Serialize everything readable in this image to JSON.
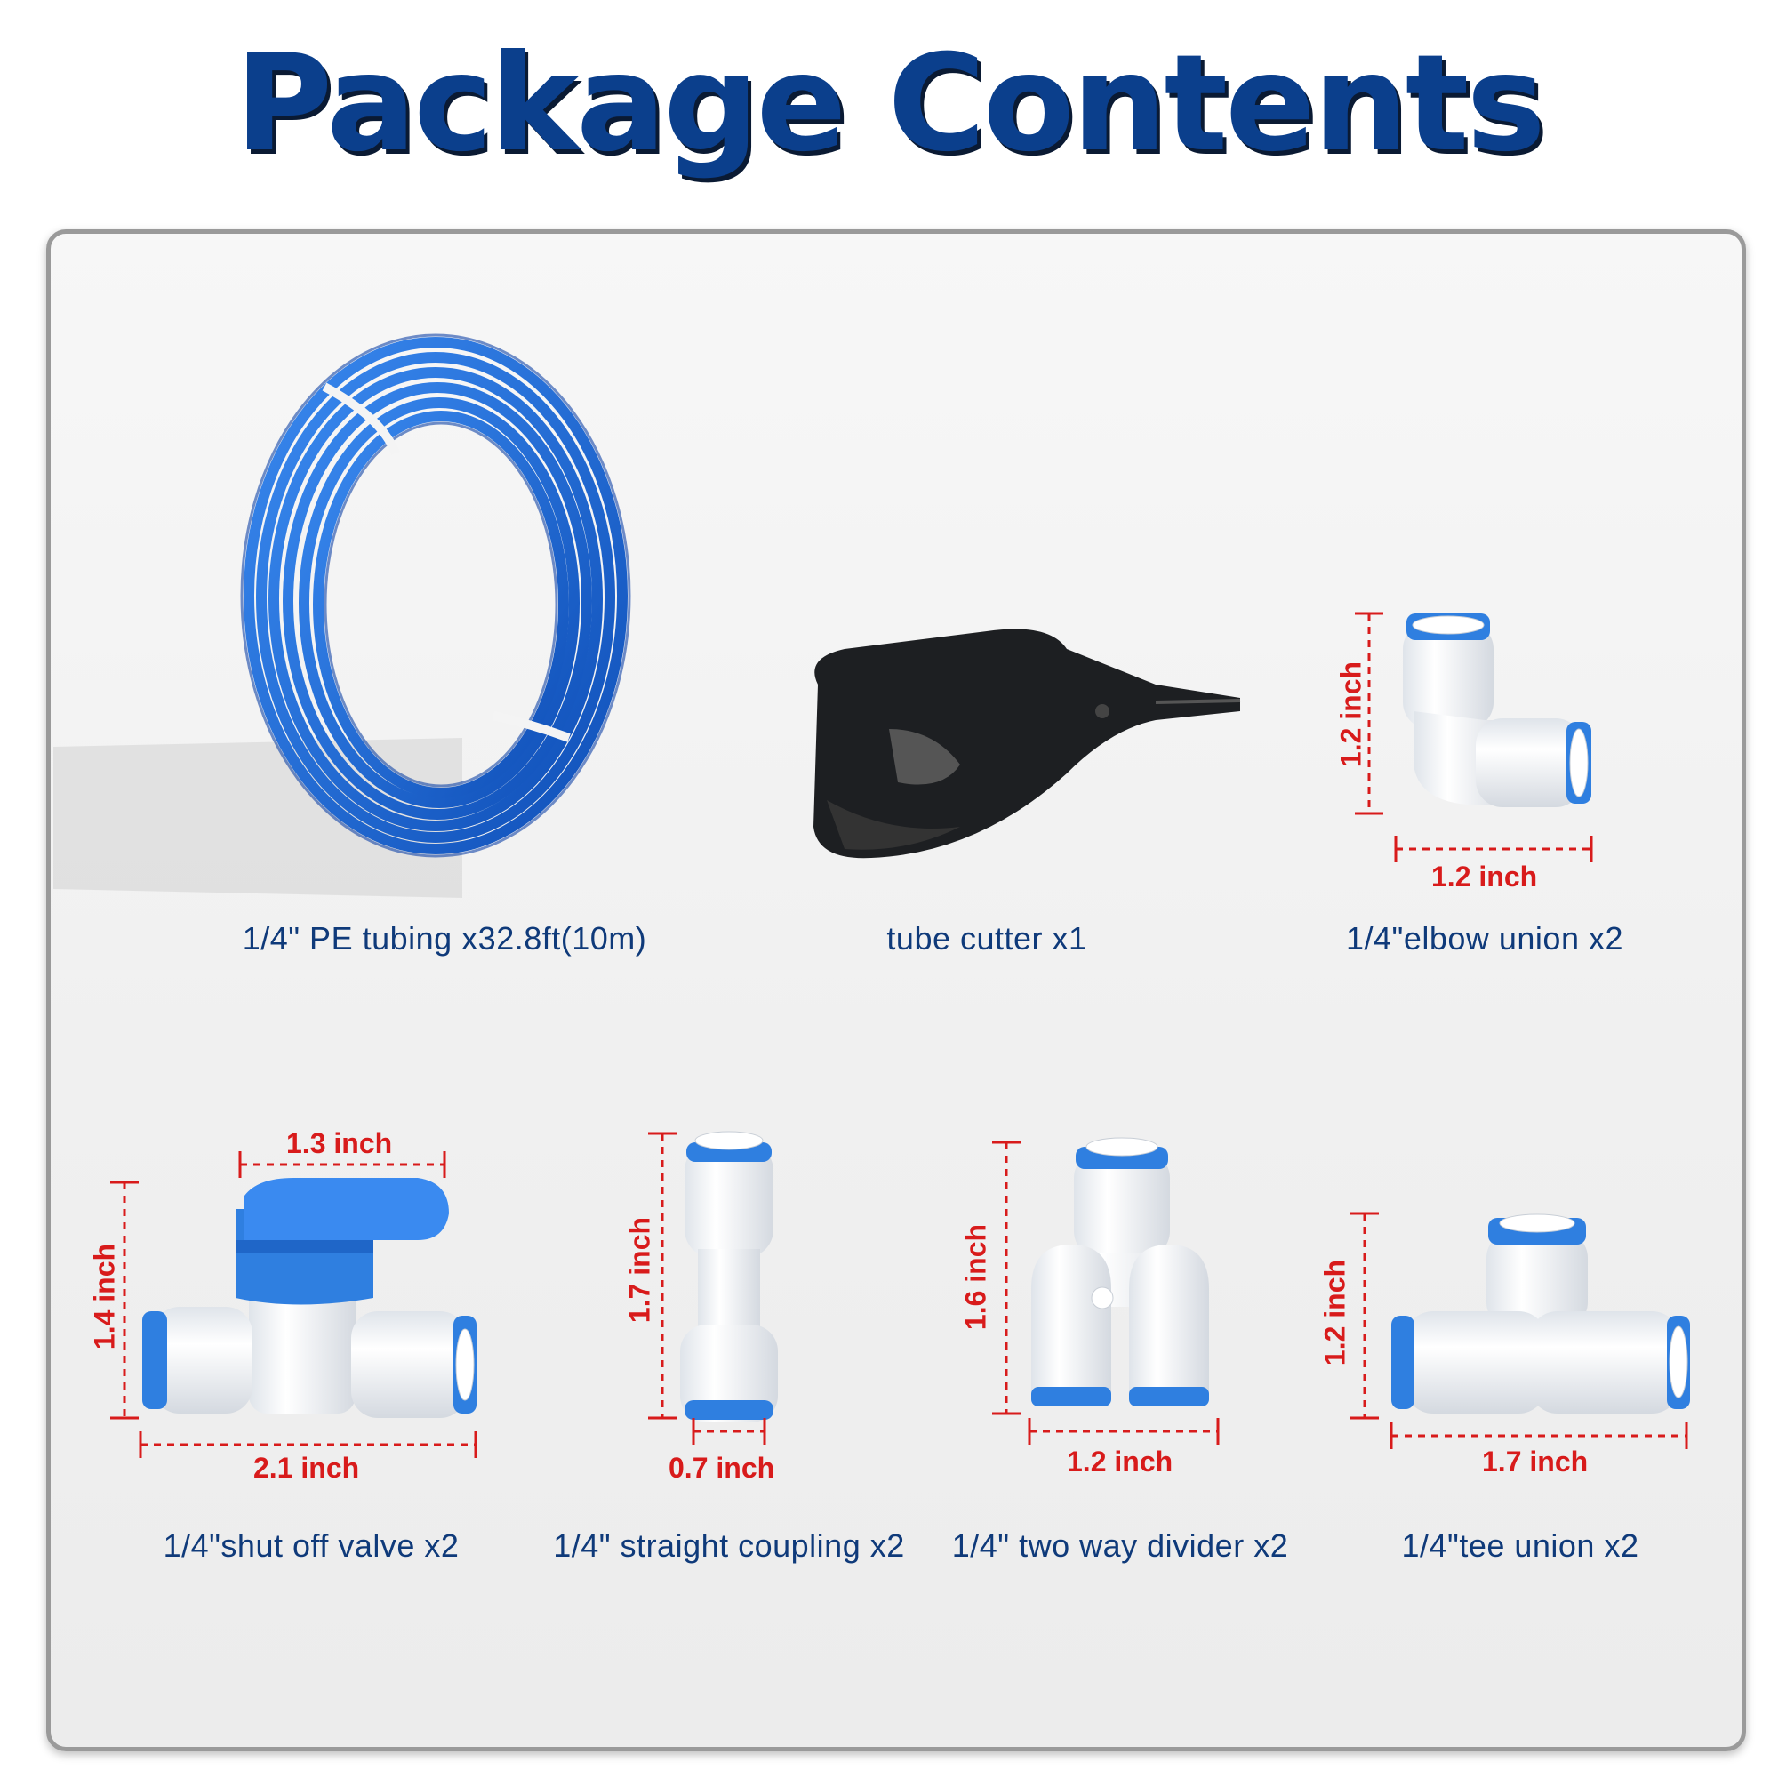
{
  "title": "Package Contents",
  "colors": {
    "title": "#0b3f8c",
    "label": "#0f3a7a",
    "dimension": "#d81b1b",
    "tube": "#1e63d6",
    "fitting_cap": "#2f7fe0"
  },
  "items": [
    {
      "label": "1/4\" PE tubing x32.8ft(10m)",
      "icon": "tubing-coil-icon"
    },
    {
      "label": "tube cutter x1",
      "icon": "tube-cutter-icon"
    },
    {
      "label": "1/4\"elbow union x2",
      "icon": "elbow-union-icon",
      "height": "1.2 inch",
      "width": "1.2 inch"
    },
    {
      "label": "1/4\"shut off valve x2",
      "icon": "shut-off-valve-icon",
      "top": "1.3 inch",
      "height": "1.4 inch",
      "width": "2.1 inch"
    },
    {
      "label": "1/4\" straight coupling x2",
      "icon": "straight-coupling-icon",
      "height": "1.7 inch",
      "width": "0.7 inch"
    },
    {
      "label": "1/4\" two way divider x2",
      "icon": "two-way-divider-icon",
      "height": "1.6 inch",
      "width": "1.2 inch"
    },
    {
      "label": "1/4\"tee union x2",
      "icon": "tee-union-icon",
      "height": "1.2 inch",
      "width": "1.7 inch"
    }
  ]
}
